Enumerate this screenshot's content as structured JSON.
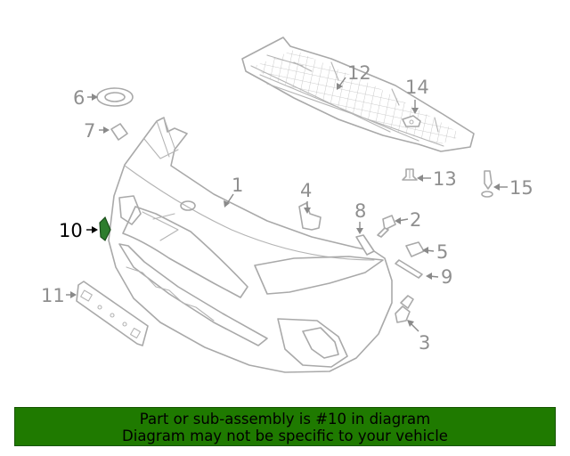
{
  "diagram": {
    "callouts": [
      {
        "id": "1",
        "label": "1"
      },
      {
        "id": "2",
        "label": "2"
      },
      {
        "id": "3",
        "label": "3"
      },
      {
        "id": "4",
        "label": "4"
      },
      {
        "id": "5",
        "label": "5"
      },
      {
        "id": "6",
        "label": "6"
      },
      {
        "id": "7",
        "label": "7"
      },
      {
        "id": "8",
        "label": "8"
      },
      {
        "id": "9",
        "label": "9"
      },
      {
        "id": "10",
        "label": "10",
        "highlighted": true
      },
      {
        "id": "11",
        "label": "11"
      },
      {
        "id": "12",
        "label": "12"
      },
      {
        "id": "13",
        "label": "13"
      },
      {
        "id": "14",
        "label": "14"
      },
      {
        "id": "15",
        "label": "15"
      }
    ],
    "highlight_color": "#2e7d2e",
    "line_color": "#a9a9a9"
  },
  "footer": {
    "line1": "Part or sub-assembly is #10 in diagram",
    "line2": "Diagram may not be specific to your vehicle",
    "background": "#1f7a00"
  }
}
